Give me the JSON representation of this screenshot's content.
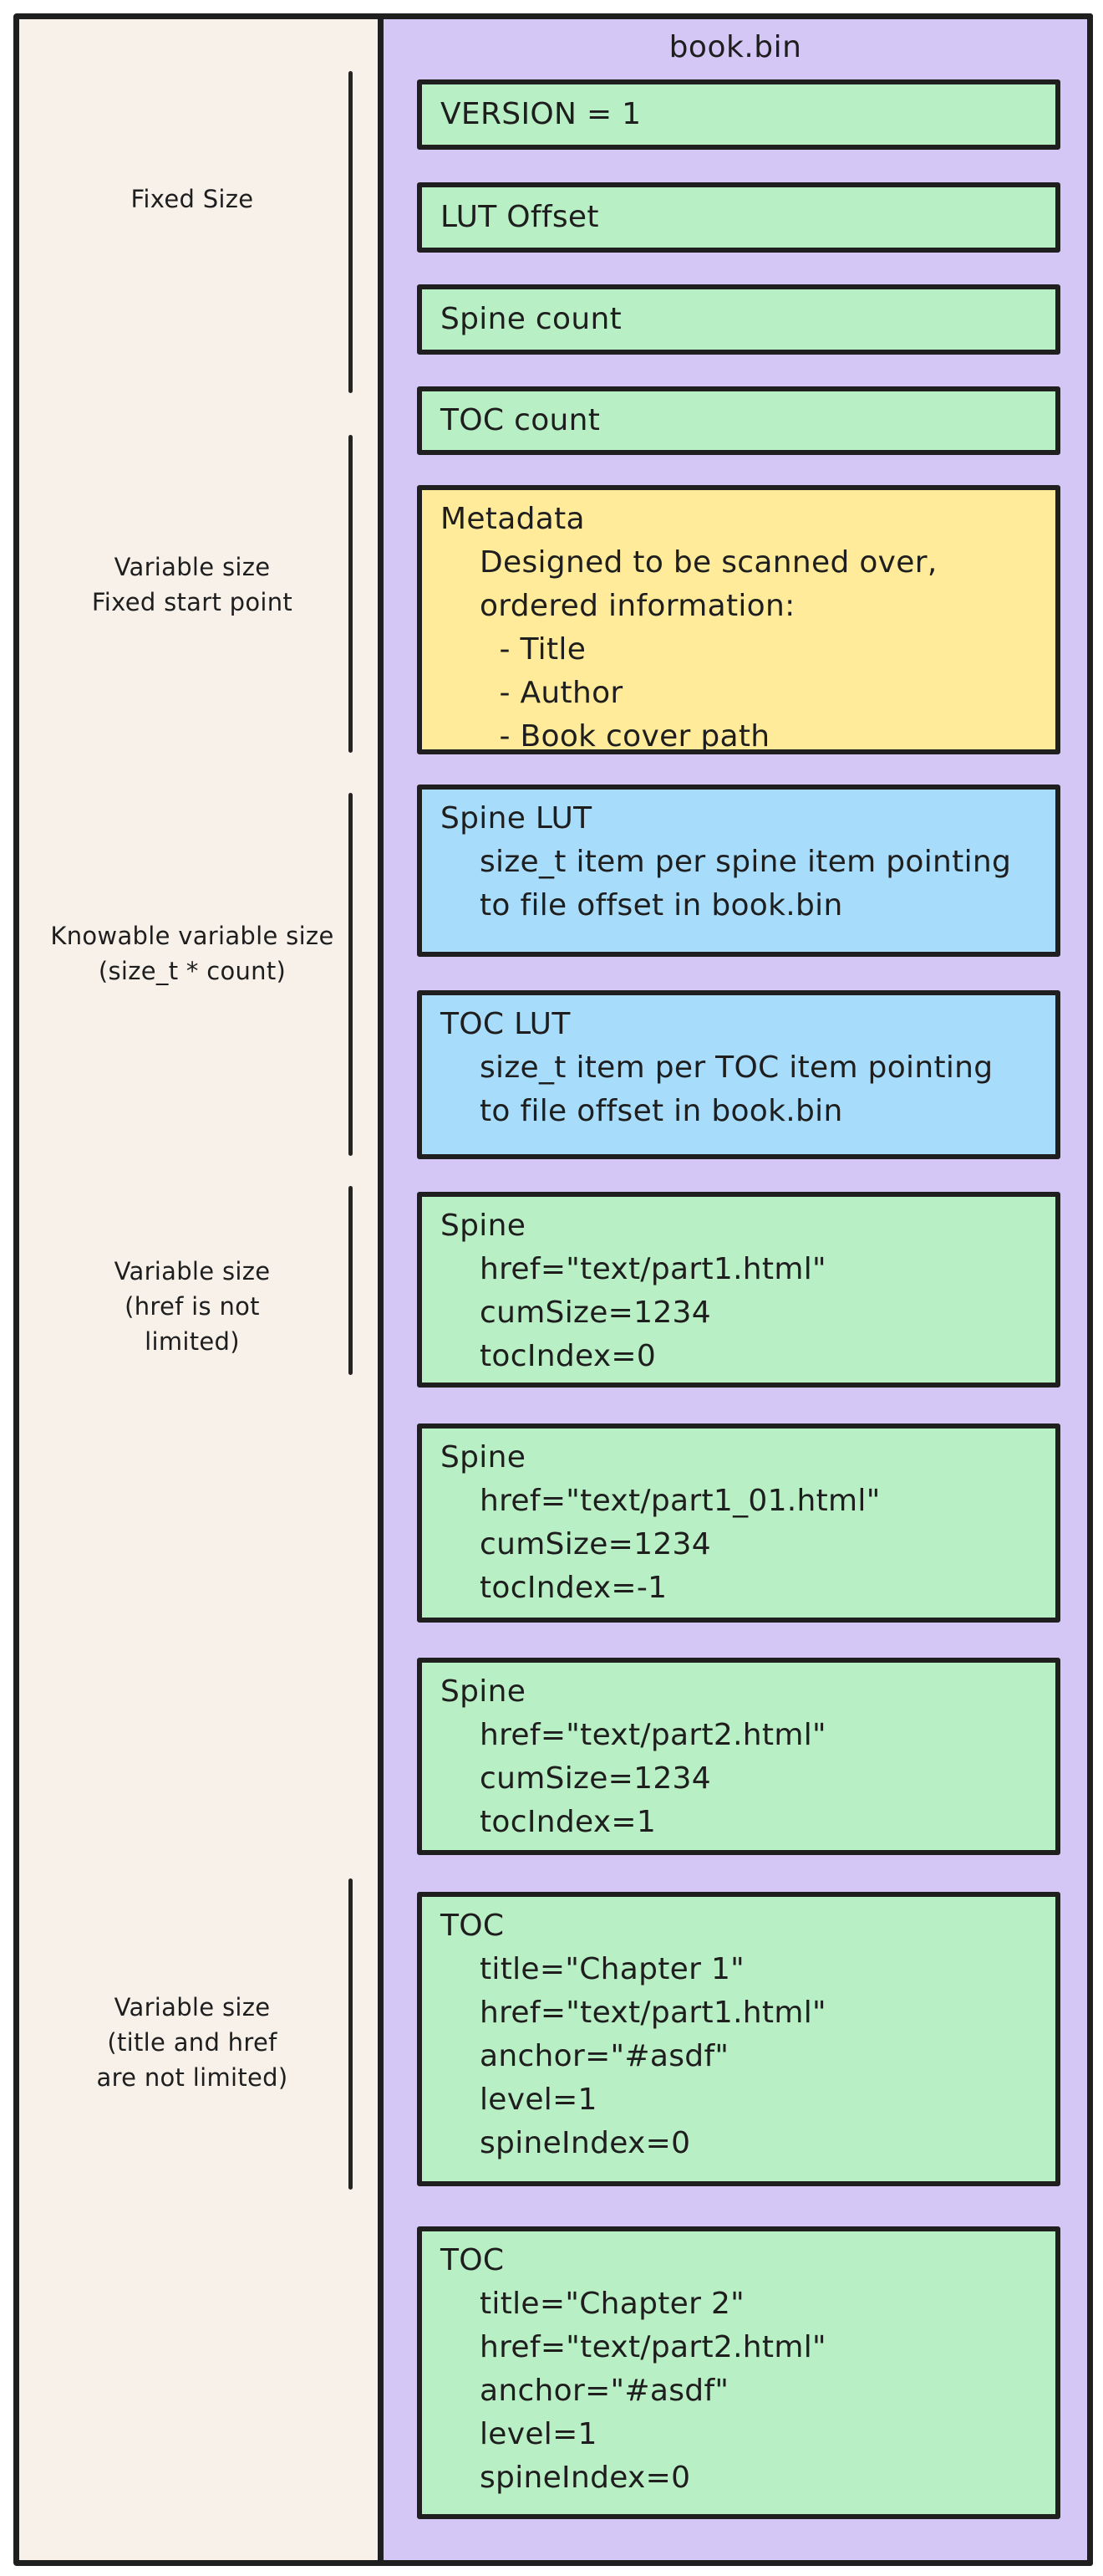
{
  "diagram": {
    "container_title": "book.bin",
    "colors": {
      "container_fill": "#d4c7f6",
      "field_fill_green": "#b9efc4",
      "lut_fill_blue": "#a8dcfb",
      "metadata_fill_yellow": "#ffeb99",
      "canvas_fill": "#f7f1ea",
      "stroke": "#1e1e1e"
    },
    "side_labels": [
      {
        "text": "Fixed Size"
      },
      {
        "text": "Variable size\nFixed start point"
      },
      {
        "text": "Knowable variable size\n(size_t * count)"
      },
      {
        "text": "Variable size\n(href is not\nlimited)"
      },
      {
        "text": "Variable size\n(title and href\nare not limited)"
      }
    ],
    "blocks": [
      {
        "kind": "field",
        "color": "green",
        "text": "VERSION = 1"
      },
      {
        "kind": "field",
        "color": "green",
        "text": "LUT Offset"
      },
      {
        "kind": "field",
        "color": "green",
        "text": "Spine count"
      },
      {
        "kind": "field",
        "color": "green",
        "text": "TOC count"
      },
      {
        "kind": "note",
        "color": "yellow",
        "text": "Metadata\n    Designed to be scanned over,\n    ordered information:\n      - Title\n      - Author\n      - Book cover path"
      },
      {
        "kind": "note",
        "color": "blue",
        "text": "Spine LUT\n    size_t item per spine item pointing\n    to file offset in book.bin"
      },
      {
        "kind": "note",
        "color": "blue",
        "text": "TOC LUT\n    size_t item per TOC item pointing\n    to file offset in book.bin"
      },
      {
        "kind": "record",
        "color": "green",
        "text": "Spine\n    href=\"text/part1.html\"\n    cumSize=1234\n    tocIndex=0"
      },
      {
        "kind": "record",
        "color": "green",
        "text": "Spine\n    href=\"text/part1_01.html\"\n    cumSize=1234\n    tocIndex=-1"
      },
      {
        "kind": "record",
        "color": "green",
        "text": "Spine\n    href=\"text/part2.html\"\n    cumSize=1234\n    tocIndex=1"
      },
      {
        "kind": "record",
        "color": "green",
        "text": "TOC\n    title=\"Chapter 1\"\n    href=\"text/part1.html\"\n    anchor=\"#asdf\"\n    level=1\n    spineIndex=0"
      },
      {
        "kind": "record",
        "color": "green",
        "text": "TOC\n    title=\"Chapter 2\"\n    href=\"text/part2.html\"\n    anchor=\"#asdf\"\n    level=1\n    spineIndex=0"
      }
    ]
  }
}
